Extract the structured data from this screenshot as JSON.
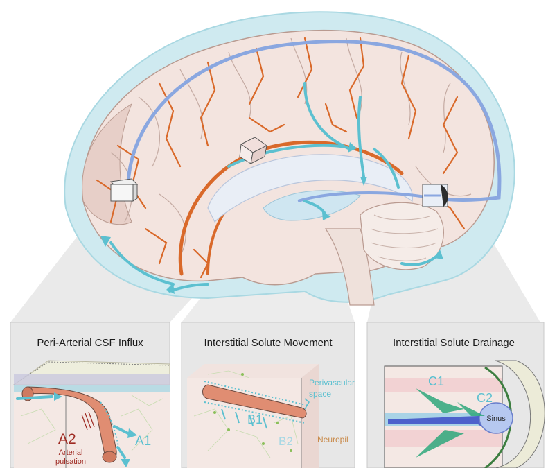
{
  "panels": [
    {
      "title": "Peri-Arterial CSF Influx"
    },
    {
      "title": "Interstitial Solute Movement"
    },
    {
      "title": "Interstitial Solute Drainage"
    }
  ],
  "labels": {
    "a1": "A1",
    "a2": "A2",
    "arterial_pulsation_1": "Arterial",
    "arterial_pulsation_2": "pulsation",
    "b1": "B1",
    "b2": "B2",
    "perivascular_1": "Perivascular",
    "perivascular_2": "space",
    "neuropil": "Neuropil",
    "c1": "C1",
    "c2": "C2",
    "sinus": "Sinus"
  },
  "colors": {
    "csf": "#5cc0d0",
    "artery": "#d9692a",
    "vein": "#8aa7e0",
    "meninges": "#bfe3ea",
    "tissue": "#f4e8e4",
    "neuropil_label": "#c98a4a",
    "a2_label": "#9e2a22"
  }
}
